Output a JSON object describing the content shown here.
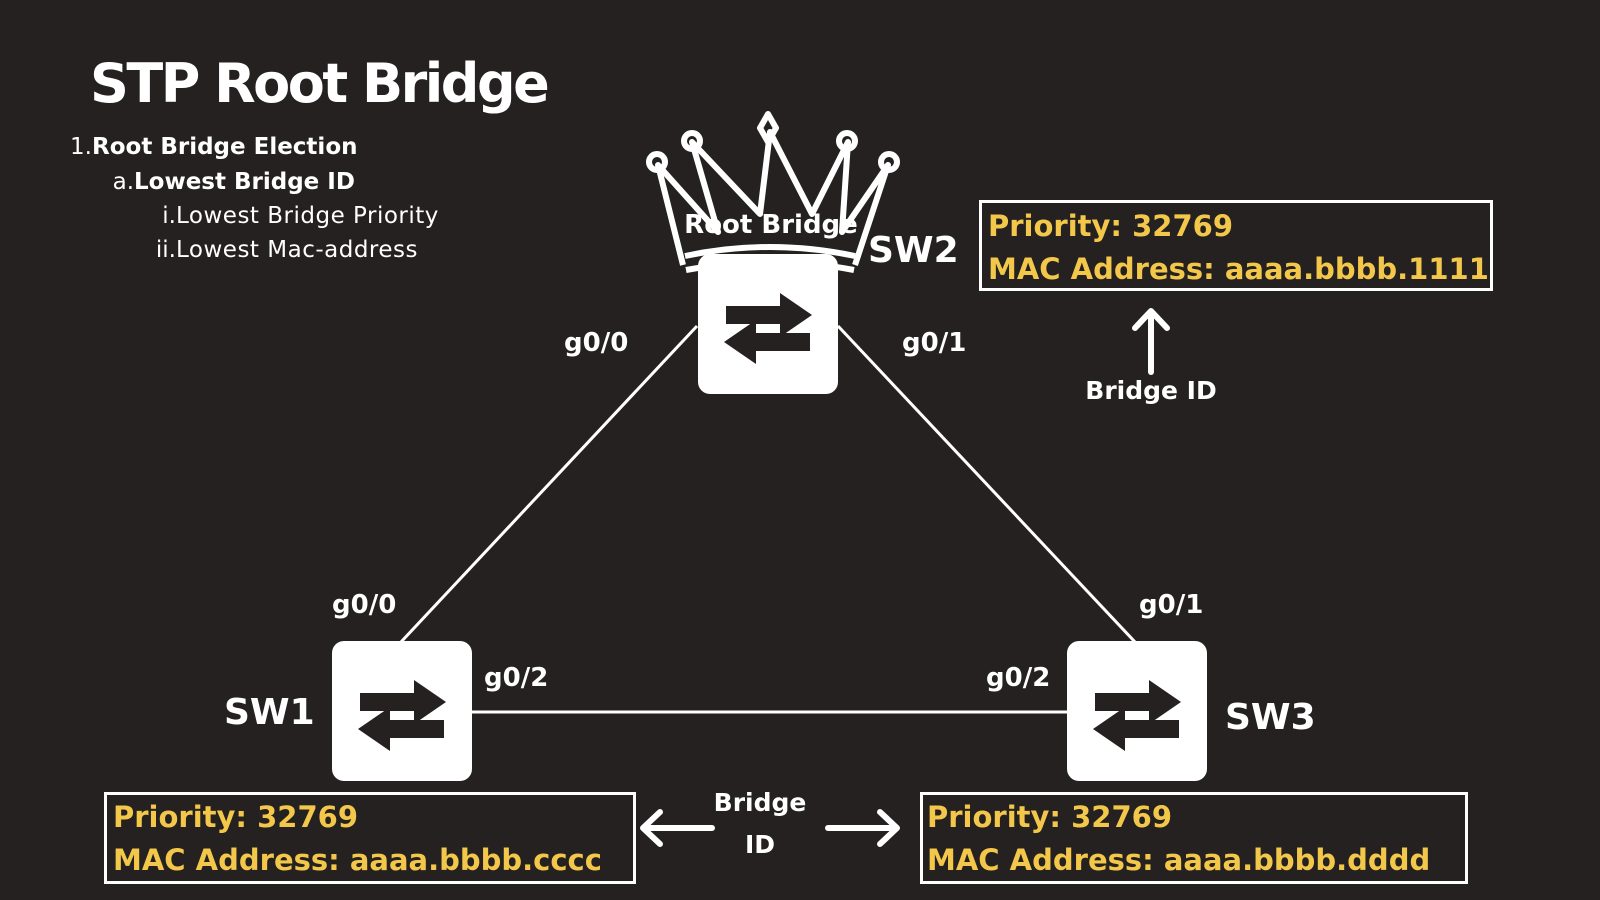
{
  "title": "STP Root Bridge",
  "outline": [
    {
      "marker": "1.",
      "text": "Root Bridge Election"
    },
    {
      "marker": "a.",
      "text": "Lowest Bridge ID"
    },
    {
      "marker": "i.",
      "text": "Lowest Bridge Priority"
    },
    {
      "marker": "ii.",
      "text": "Lowest Mac-address"
    }
  ],
  "crown_label": "Root Bridge",
  "switches": {
    "sw1": {
      "name": "SW1",
      "priority": "Priority: 32769",
      "mac": "MAC Address: aaaa.bbbb.cccc"
    },
    "sw2": {
      "name": "SW2",
      "priority": "Priority: 32769",
      "mac": "MAC Address: aaaa.bbbb.1111"
    },
    "sw3": {
      "name": "SW3",
      "priority": "Priority: 32769",
      "mac": "MAC Address: aaaa.bbbb.dddd"
    }
  },
  "ports": {
    "sw2_left": "g0/0",
    "sw2_right": "g0/1",
    "sw1_top": "g0/0",
    "sw1_right": "g0/2",
    "sw3_top": "g0/1",
    "sw3_left": "g0/2"
  },
  "annotations": {
    "bridge_id_top": "Bridge ID",
    "bridge_id_bottom_line1": "Bridge",
    "bridge_id_bottom_line2": "ID"
  },
  "colors": {
    "background": "#242120",
    "highlight": "#f3c84a",
    "foreground": "#ffffff"
  }
}
